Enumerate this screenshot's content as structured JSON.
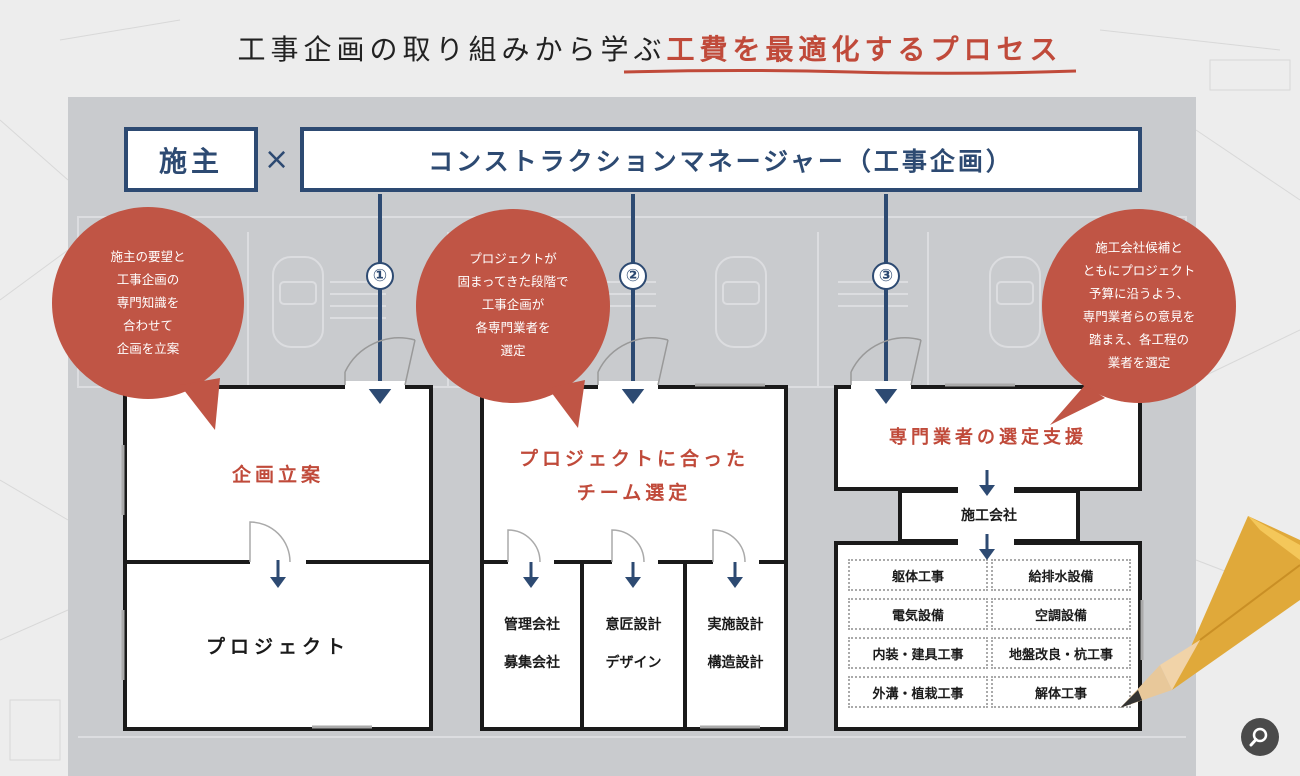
{
  "title": {
    "prefix": "工事企画の取り組みから学ぶ",
    "accent": "工費を最適化するプロセス"
  },
  "header": {
    "owner": "施主",
    "cross": "×",
    "cm": "コンストラクションマネージャー（工事企画）"
  },
  "steps": [
    "①",
    "②",
    "③"
  ],
  "bubbles": {
    "b1": [
      "施主の要望と",
      "工事企画の",
      "専門知識を",
      "合わせて",
      "企画を立案"
    ],
    "b2": [
      "プロジェクトが",
      "固まってきた段階で",
      "工事企画が",
      "各専門業者を",
      "選定"
    ],
    "b3": [
      "施工会社候補と",
      "ともにプロジェクト",
      "予算に沿うよう、",
      "専門業者らの意見を",
      "踏まえ、各工程の",
      "業者を選定"
    ]
  },
  "rooms": {
    "r1_top": "企画立案",
    "r1_bottom": "プロジェクト",
    "r2_top_line1": "プロジェクトに合った",
    "r2_top_line2": "チーム選定",
    "r2_sub": [
      [
        "管理会社",
        "募集会社"
      ],
      [
        "意匠設計",
        "デザイン"
      ],
      [
        "実施設計",
        "構造設計"
      ]
    ],
    "r3_top": "専門業者の選定支援",
    "r3_mid": "施工会社",
    "r3_trades": [
      "躯体工事",
      "給排水設備",
      "電気設備",
      "空調設備",
      "内装・建具工事",
      "地盤改良・杭工事",
      "外溝・植栽工事",
      "解体工事"
    ]
  },
  "colors": {
    "navy": "#2d4a72",
    "accent_red": "#c04a3a",
    "bubble": "#c05545",
    "board": "#c9cbce"
  },
  "icons": {
    "zoom": "zoom-search-icon",
    "pencil": "pencil-illustration"
  }
}
